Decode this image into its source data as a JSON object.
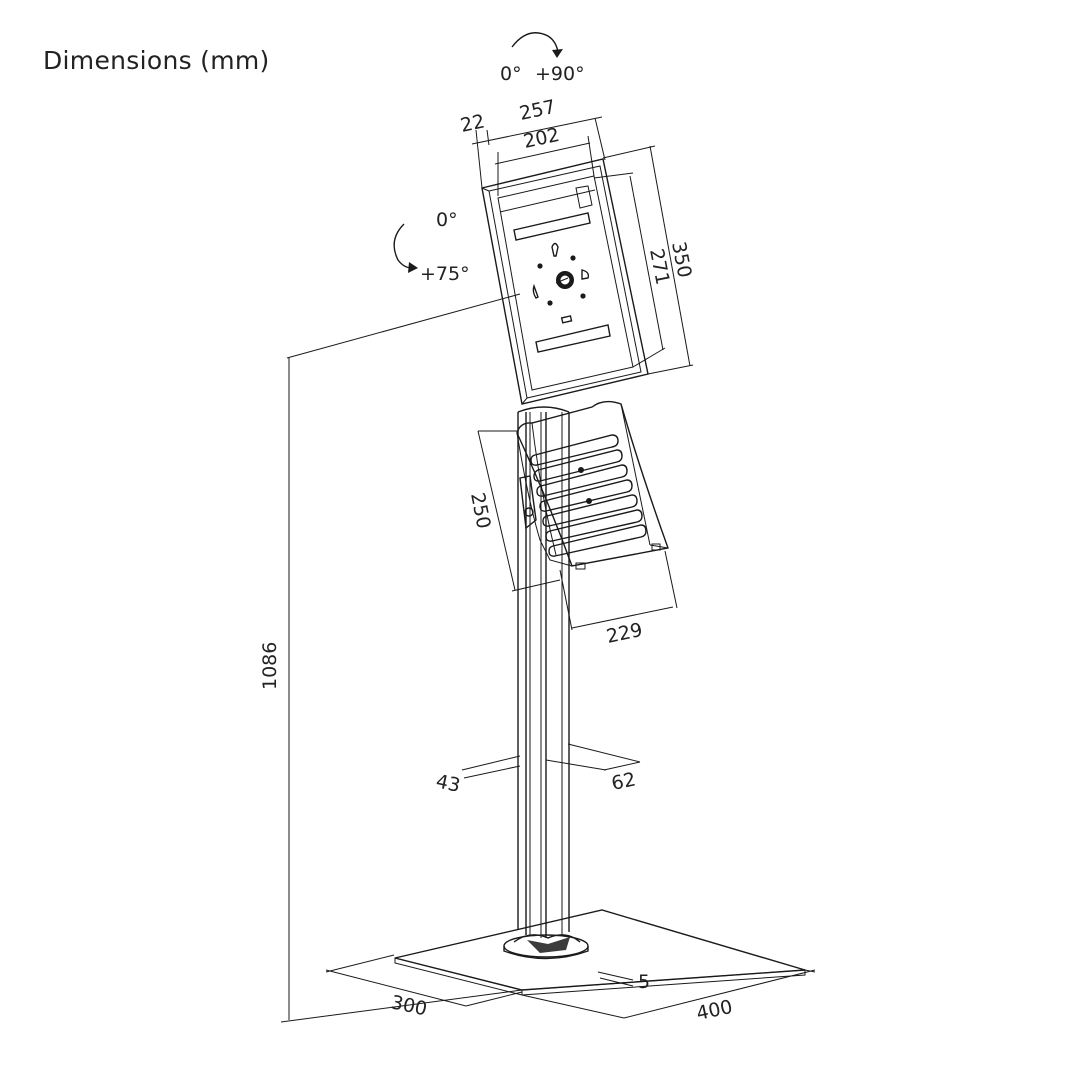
{
  "title": "Dimensions (mm)",
  "rotation": {
    "top_start": "0°",
    "top_end": "+90°",
    "tilt_start": "0°",
    "tilt_end": "+75°"
  },
  "dimensions": {
    "frame_depth": "22",
    "outer_width": "257",
    "inner_width": "202",
    "outer_height": "350",
    "inner_height": "271",
    "tray_height": "250",
    "tray_width": "229",
    "total_height": "1086",
    "pole_depth": "43",
    "pole_width": "62",
    "base_thickness": "5",
    "base_depth": "300",
    "base_width": "400"
  },
  "colors": {
    "line": "#1a1a1a",
    "text": "#222222",
    "background": "#ffffff"
  }
}
